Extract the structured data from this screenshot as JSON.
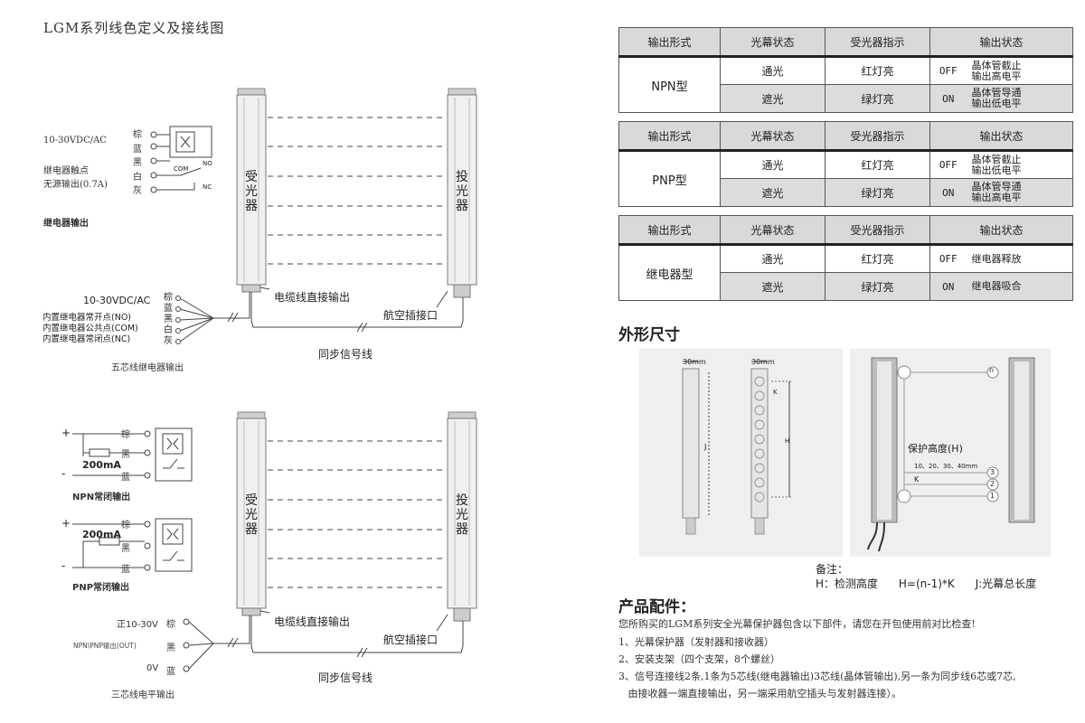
{
  "page_title": "LGM系列线色定义及接线图",
  "diagram1": {
    "supply": "10-30VDC/AC",
    "relay_contact": "继电器触点",
    "relay_rating": "无源输出(0.7A)",
    "wire_colors": [
      "棕",
      "蓝",
      "黑",
      "白",
      "灰"
    ],
    "com_label": "COM",
    "no_label": "NO",
    "nc_label": "NC",
    "section_label": "继电器输出",
    "bottom_supply": "10-30VDC/AC",
    "bottom_defs": [
      "内置继电器常开点(NO)",
      "内置继电器公共点(COM)",
      "内置继电器常闭点(NC)"
    ],
    "caption": "五芯线继电器输出",
    "receiver": "受光器",
    "emitter": "投光器",
    "cable_label": "电缆线直接输出",
    "aviation_label": "航空插接口",
    "sync_label": "同步信号线"
  },
  "diagram2": {
    "npn_label": "NPN常闭输出",
    "pnp_label": "PNP常闭输出",
    "current": "200mA",
    "wire_colors": [
      "棕",
      "黑",
      "蓝"
    ],
    "plus": "+",
    "minus": "-",
    "pos_label": "正10-30V",
    "out_label": "NPN\\PNP输出(OUT)",
    "zero_label": "0V",
    "bottom_colors": [
      "棕",
      "黑",
      "蓝"
    ],
    "caption": "三芯线电平输出",
    "receiver": "受光器",
    "emitter": "投光器",
    "cable_label": "电缆线直接输出",
    "aviation_label": "航空插接口",
    "sync_label": "同步信号线"
  },
  "tables": [
    {
      "headers": [
        "输出形式",
        "光幕状态",
        "受光器指示",
        "输出状态"
      ],
      "type": "NPN型",
      "rows": [
        {
          "state": "通光",
          "indicator": "红灯亮",
          "onoff": "OFF",
          "desc": [
            "晶体管截止",
            "输出高电平"
          ]
        },
        {
          "state": "遮光",
          "indicator": "绿灯亮",
          "onoff": "ON",
          "desc": [
            "晶体管导通",
            "输出低电平"
          ]
        }
      ]
    },
    {
      "headers": [
        "输出形式",
        "光幕状态",
        "受光器指示",
        "输出状态"
      ],
      "type": "PNP型",
      "rows": [
        {
          "state": "通光",
          "indicator": "红灯亮",
          "onoff": "OFF",
          "desc": [
            "晶体管截止",
            "输出低电平"
          ]
        },
        {
          "state": "遮光",
          "indicator": "绿灯亮",
          "onoff": "ON",
          "desc": [
            "晶体管导通",
            "输出高电平"
          ]
        }
      ]
    },
    {
      "headers": [
        "输出形式",
        "光幕状态",
        "受光器指示",
        "输出状态"
      ],
      "type": "继电器型",
      "rows": [
        {
          "state": "通光",
          "indicator": "红灯亮",
          "onoff": "OFF",
          "desc": [
            "继电器释放"
          ]
        },
        {
          "state": "遮光",
          "indicator": "绿灯亮",
          "onoff": "ON",
          "desc": [
            "继电器吸合"
          ]
        }
      ]
    }
  ],
  "dimensions": {
    "heading": "外形尺寸",
    "width_label": "30mm",
    "j_label": "J",
    "k_label": "K",
    "h_label": "H",
    "n_label": "n",
    "protect_label": "保护高度(H)",
    "spacing_label": "10、20、30、40mm",
    "k2_label": "K",
    "circle_nums": [
      "3",
      "2",
      "1"
    ],
    "note_title": "备注：",
    "note_text": "H：检测高度      H=(n-1)*K      J:光幕总长度"
  },
  "accessories": {
    "heading": "产品配件：",
    "intro": "您所购买的LGM系列安全光幕保护器包含以下部件，请您在开包使用前对比检查!",
    "items": [
      "1、光幕保护器（发射器和接收器）",
      "2、安装支架（四个支架，8个螺丝）",
      "3、信号连接线2条,1条为5芯线(继电器输出)3芯线(晶体管输出),另一条为同步线6芯或7芯,",
      "   由接收器一端直接输出，另一端采用航空插头与发射器连接）。"
    ]
  }
}
